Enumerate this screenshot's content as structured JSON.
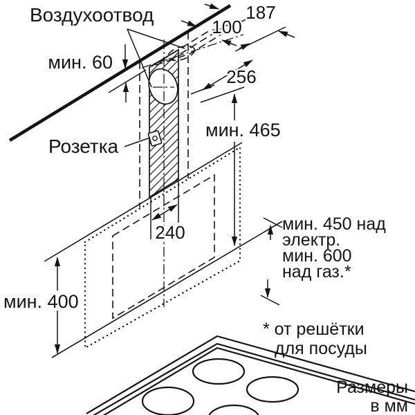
{
  "figure": {
    "labels": {
      "duct": "Воздухоотвод",
      "socket": "Розетка"
    },
    "dimensions": {
      "gap_ceiling": "мин. 60",
      "hole_offset": "100",
      "depth": "187",
      "cutout_width": "256",
      "chimney_width": "240",
      "wall_min": "мин. 465",
      "hood_min": "мин. 400"
    },
    "clearance": {
      "lines": [
        "мин. 450 над",
        "электр.",
        "мин. 600",
        "над газ.*"
      ]
    },
    "footnote": {
      "lines": [
        "* от решётки",
        "для посуды"
      ]
    },
    "units": {
      "lines": [
        "Размеры",
        "в мм"
      ]
    },
    "colors": {
      "ink": "#141414",
      "background": "#ffffff"
    }
  }
}
